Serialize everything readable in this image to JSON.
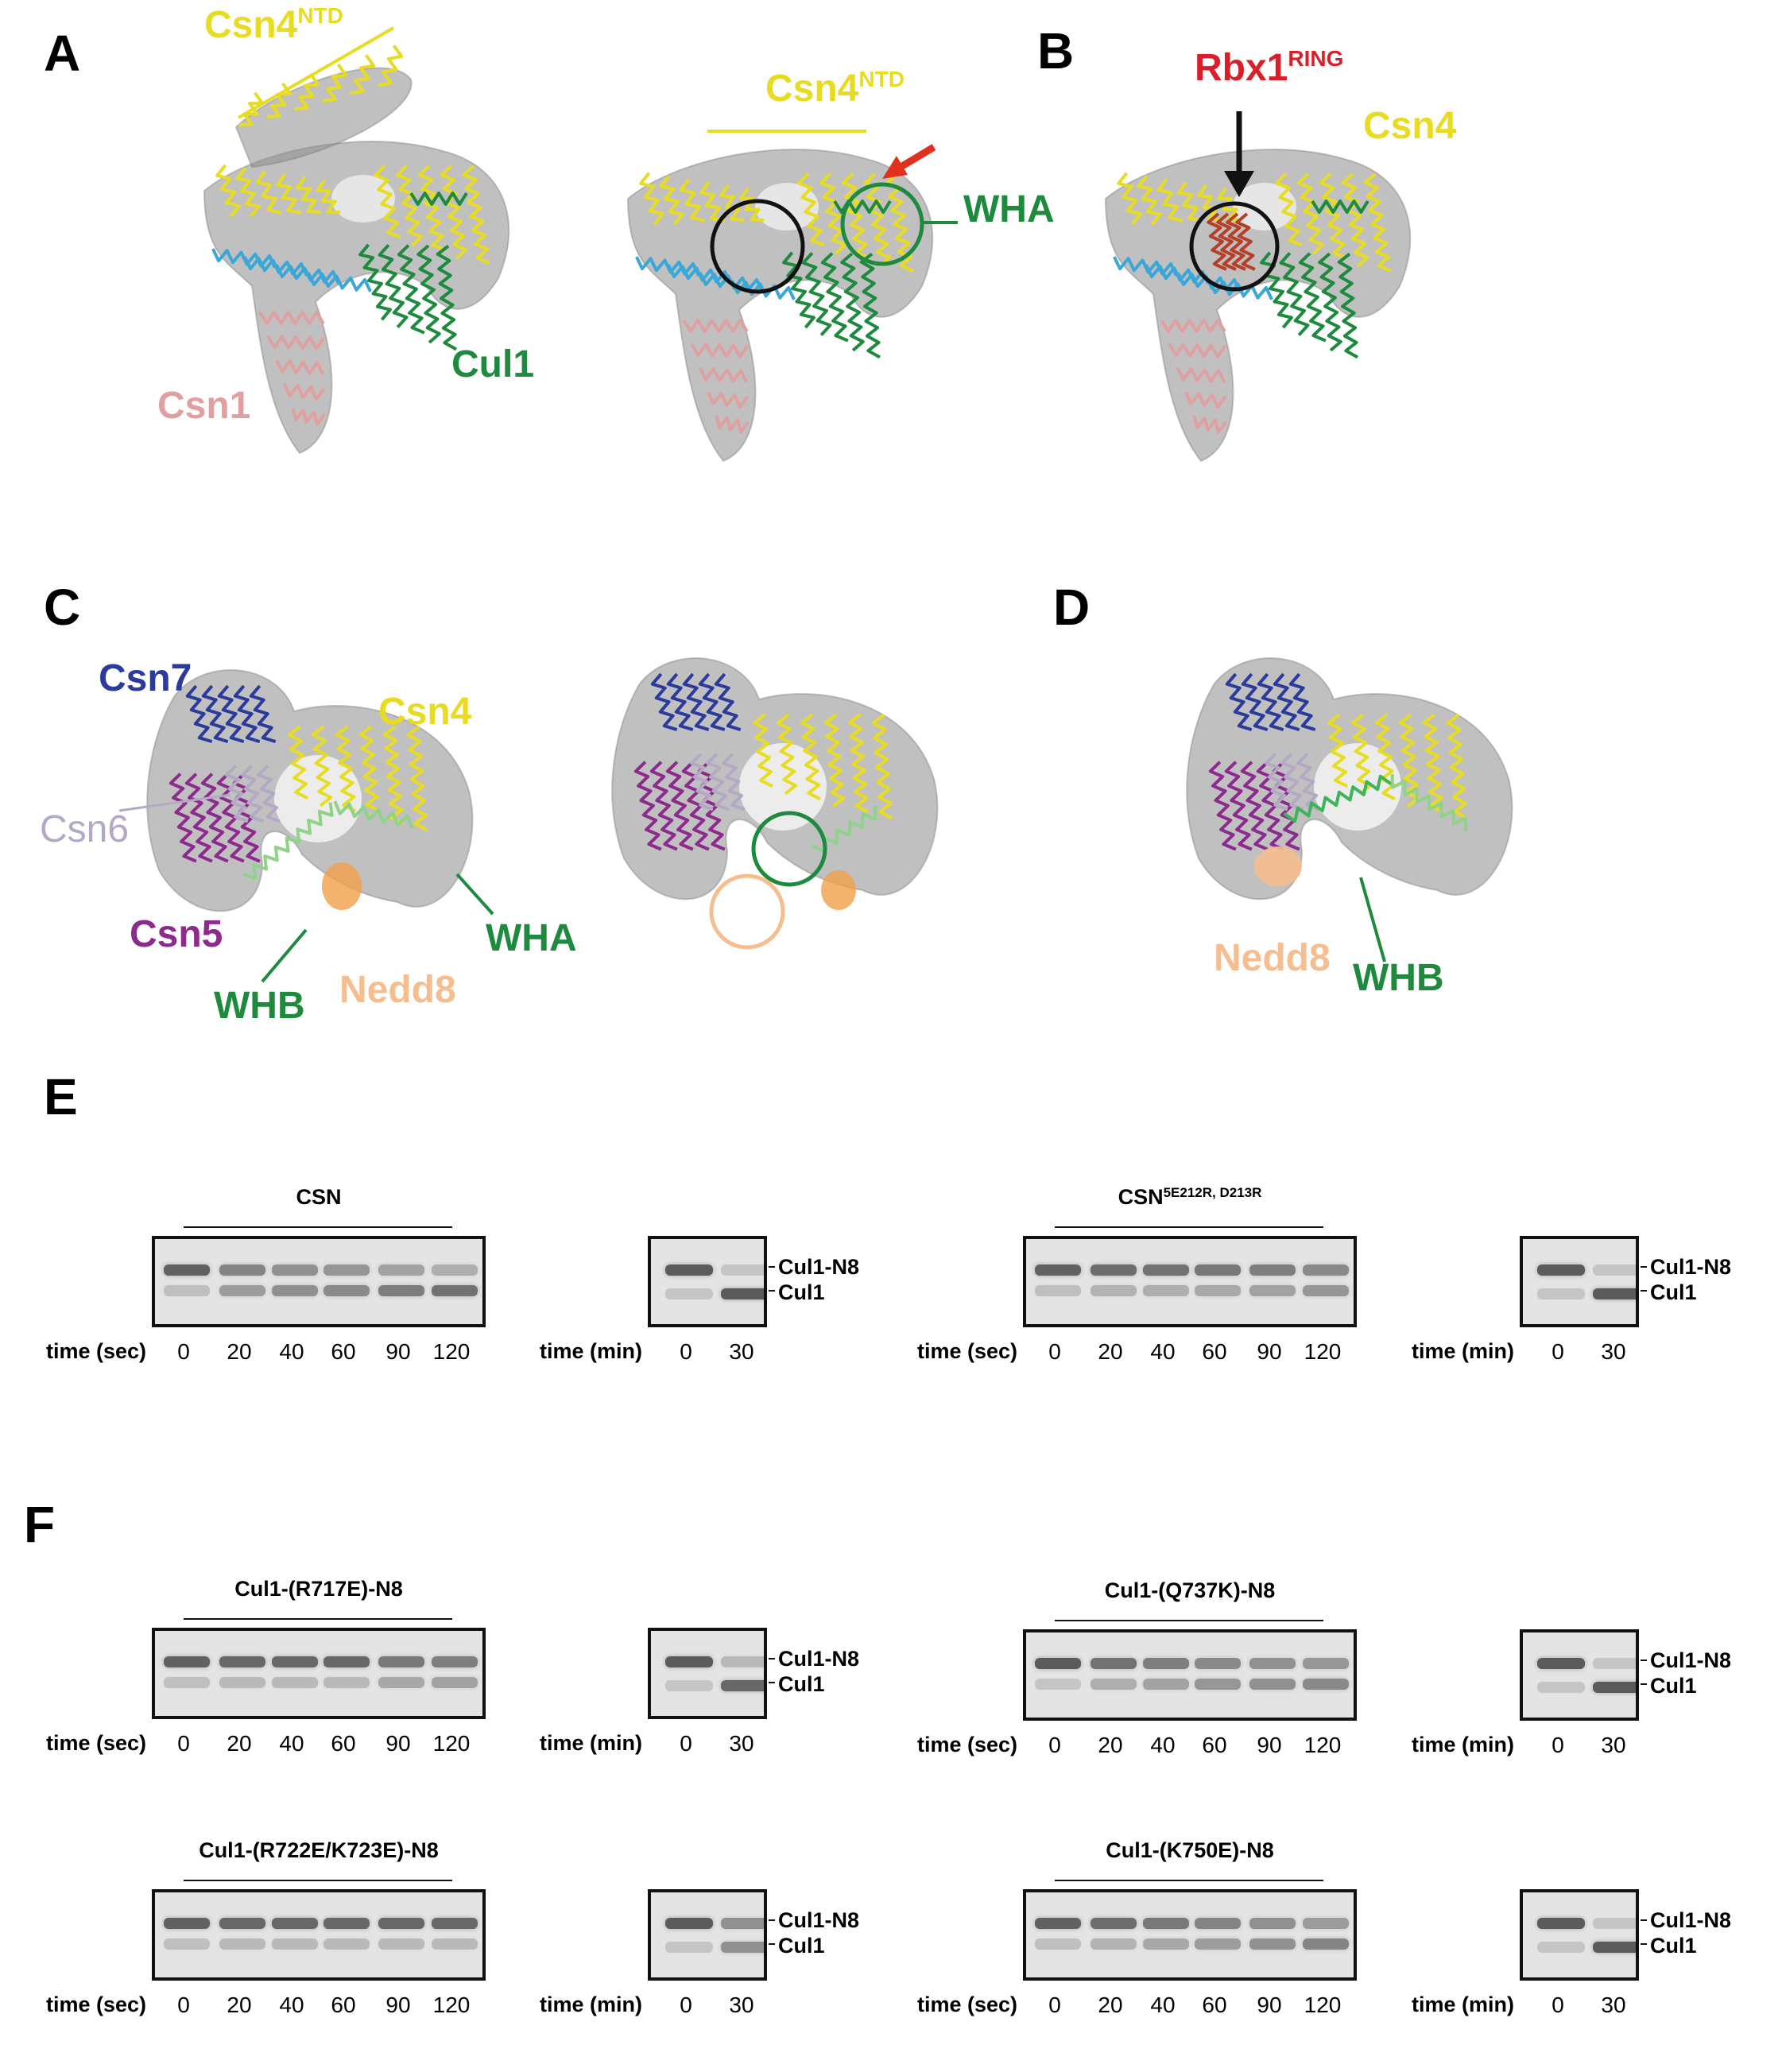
{
  "panels": {
    "A": "A",
    "B": "B",
    "C": "C",
    "D": "D",
    "E": "E",
    "F": "F"
  },
  "colors": {
    "csn4": "#e8dc22",
    "cul1": "#1d8a3e",
    "csn1": "#e0a0a0",
    "rbx1": "#d9202a",
    "csn7": "#2b3b9c",
    "csn6": "#b4a9c4",
    "csn5": "#8c2a8e",
    "nedd8": "#f6bd8e",
    "density": "#9a9a9a"
  },
  "structure_labels": {
    "a_csn4ntd": {
      "base": "Csn4",
      "sup": "NTD"
    },
    "a_cul1": "Cul1",
    "a_csn1": "Csn1",
    "a2_csn4ntd": {
      "base": "Csn4",
      "sup": "NTD"
    },
    "a2_wha": "WHA",
    "b_rbx1": {
      "base": "Rbx1",
      "sup": "RING"
    },
    "b_csn4": "Csn4",
    "c_csn7": "Csn7",
    "c_csn4": "Csn4",
    "c_csn6": "Csn6",
    "c_csn5": "Csn5",
    "c_wha": "WHA",
    "c_whb": "WHB",
    "c_nedd8": "Nedd8",
    "d_nedd8": "Nedd8",
    "d_whb": "WHB"
  },
  "gels": {
    "time_sec_label": "time (sec)",
    "time_min_label": "time (min)",
    "band_upper": "Cul1-N8",
    "band_lower": "Cul1",
    "sec_lanes": [
      "0",
      "20",
      "40",
      "60",
      "90",
      "120"
    ],
    "min_lanes": [
      "0",
      "30"
    ],
    "sets": [
      {
        "title": "CSN",
        "title_sup": "",
        "cul1_fraction_sec": [
          0.1,
          0.4,
          0.5,
          0.55,
          0.65,
          0.75
        ],
        "cul1_fraction_min": [
          0.05,
          0.95
        ]
      },
      {
        "title": "CSN",
        "title_sup": "5E212R, D213R",
        "cul1_fraction_sec": [
          0.1,
          0.2,
          0.25,
          0.3,
          0.35,
          0.45
        ],
        "cul1_fraction_min": [
          0.05,
          0.95
        ]
      },
      {
        "title": "Cul1-(R717E)-N8",
        "title_sup": "",
        "cul1_fraction_sec": [
          0.1,
          0.15,
          0.15,
          0.15,
          0.3,
          0.35
        ],
        "cul1_fraction_min": [
          0.05,
          0.85
        ]
      },
      {
        "title": "Cul1-(Q737K)-N8",
        "title_sup": "",
        "cul1_fraction_sec": [
          0.05,
          0.25,
          0.35,
          0.45,
          0.5,
          0.55
        ],
        "cul1_fraction_min": [
          0.05,
          0.95
        ]
      },
      {
        "title": "Cul1-(R722E/K723E)-N8",
        "title_sup": "",
        "cul1_fraction_sec": [
          0.1,
          0.15,
          0.15,
          0.15,
          0.15,
          0.15
        ],
        "cul1_fraction_min": [
          0.05,
          0.5
        ]
      },
      {
        "title": "Cul1-(K750E)-N8",
        "title_sup": "",
        "cul1_fraction_sec": [
          0.1,
          0.2,
          0.3,
          0.4,
          0.5,
          0.6
        ],
        "cul1_fraction_min": [
          0.05,
          0.95
        ]
      }
    ]
  }
}
